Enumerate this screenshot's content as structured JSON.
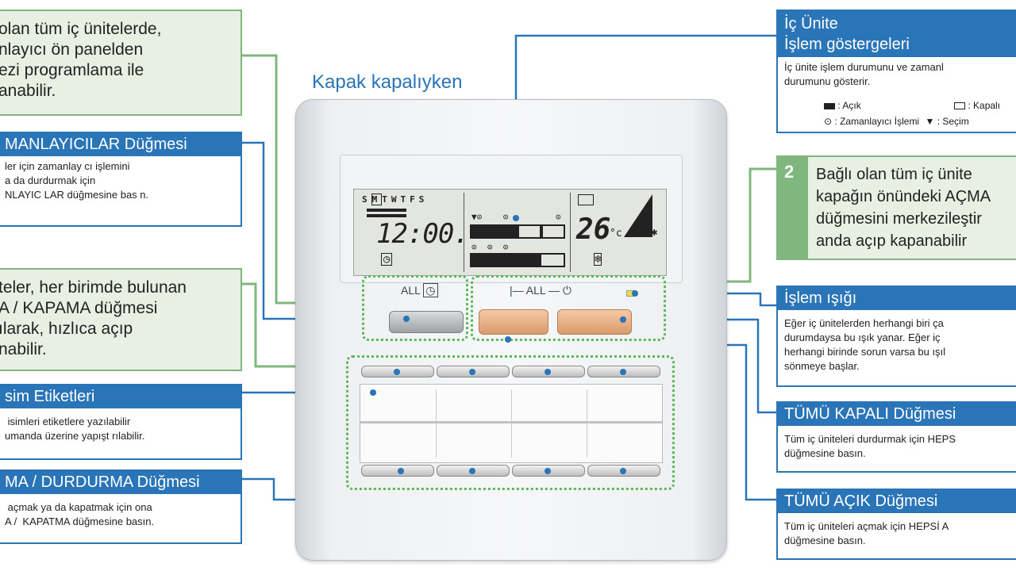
{
  "caption": "Kapak kapalıyken",
  "lcd": {
    "days": [
      "S",
      "M",
      "T",
      "W",
      "T",
      "F",
      "S"
    ],
    "clock": "12:00.",
    "temperature": "26",
    "unit": "°c"
  },
  "buttons": {
    "all_timer_label": "ALL",
    "all_on_off_label": "ALL"
  },
  "callouts": {
    "central": {
      "text": "olan tüm iç ünitelerde,\nnlayıcı ön panelden\nezi programlama ile\nanabilir."
    },
    "timers": {
      "title": "MANLAYICILAR Düğmesi",
      "body": "ler için zamanlay cı işlemini\na da durdurmak için\nNLAYIC LAR düğmesine bas n."
    },
    "each_unit": {
      "text": "teler, her birimde bulunan\nA / KAPAMA düğmesi\nılarak, hızlıca açıp\nnabilir."
    },
    "name_labels": {
      "title": "sim Etiketleri",
      "body": " isimleri etiketlere yazılabilir\numanda üzerine yapışt rılabilir."
    },
    "start_stop": {
      "title": "MA / DURDURMA Düğmesi",
      "body": " açmak ya da kapatmak için ona\nA /  KAPATMA düğmesine basın."
    },
    "indicators": {
      "title": "İç Ünite\nİşlem göstergeleri",
      "body": "İç ünite işlem durumunu ve zamanl\ndurumunu gösterir.",
      "legend_on": ": Açık",
      "legend_off": ": Kapalı",
      "legend_timer": ": Zamanlayıcı İşlemi",
      "legend_select": ": Seçim"
    },
    "connected": {
      "number": "2",
      "text": "Bağlı olan tüm iç ünite\nkapağın önündeki AÇMA\ndüğmesini merkezileştir\nanda açıp kapanabilir"
    },
    "light": {
      "title": "İşlem ışığı",
      "body": "Eğer iç ünitelerden herhangi biri ça\ndurumdaysa bu ışık yanar. Eğer iç\nherhangi birinde sorun varsa bu ışıl\nsönmeye başlar."
    },
    "all_off": {
      "title": "TÜMÜ KAPALI Düğmesi",
      "body": "Tüm iç üniteleri durdurmak için HEPS\ndüğmesine basın."
    },
    "all_on": {
      "title": "TÜMÜ AÇIK Düğmesi",
      "body": "Tüm iç üniteleri açmak için HEPSİ A\ndüğmesine basın."
    }
  },
  "colors": {
    "callout_blue": "#2a74b8",
    "callout_green": "#7fb77e",
    "green_bg": "#e8f0e4"
  }
}
